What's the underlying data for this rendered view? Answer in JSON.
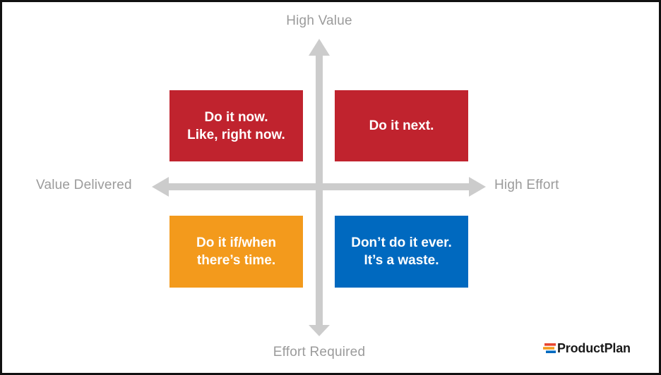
{
  "axes": {
    "top_label": "High Value",
    "bottom_label": "Effort Required",
    "left_label": "Value Delivered",
    "right_label": "High Effort",
    "color": "#cccccc"
  },
  "quadrants": {
    "top_left": {
      "lines": [
        "Do it now.",
        "Like, right now."
      ],
      "color": "#c0232e"
    },
    "top_right": {
      "lines": [
        "Do it next."
      ],
      "color": "#c0232e"
    },
    "bottom_left": {
      "lines": [
        "Do it if/when",
        "there’s time."
      ],
      "color": "#f39a1c"
    },
    "bottom_right": {
      "lines": [
        "Don’t do it ever.",
        "It’s a waste."
      ],
      "color": "#0069bf"
    }
  },
  "logo": {
    "text": "ProductPlan",
    "icon": "productplan-logo-icon",
    "colors": [
      "#e8452f",
      "#f39a1c",
      "#0069bf"
    ]
  }
}
